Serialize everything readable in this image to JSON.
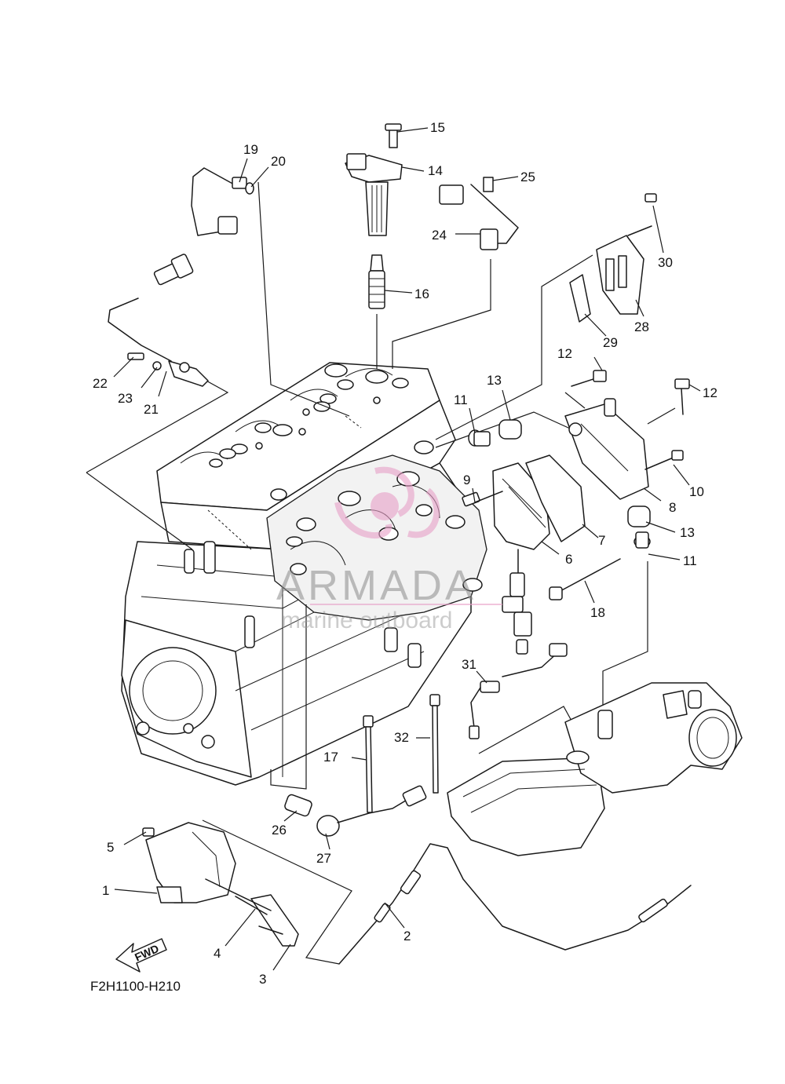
{
  "diagram": {
    "code": "F2H1100-H210",
    "fwd_label": "FWD",
    "watermark": {
      "name": "ARMADA",
      "tagline": "marine outboard"
    },
    "callouts": [
      {
        "number": "1"
      },
      {
        "number": "2"
      },
      {
        "number": "3"
      },
      {
        "number": "4"
      },
      {
        "number": "5"
      },
      {
        "number": "6"
      },
      {
        "number": "7"
      },
      {
        "number": "8"
      },
      {
        "number": "9"
      },
      {
        "number": "10"
      },
      {
        "number": "11"
      },
      {
        "number": "11"
      },
      {
        "number": "12"
      },
      {
        "number": "12"
      },
      {
        "number": "13"
      },
      {
        "number": "13"
      },
      {
        "number": "14"
      },
      {
        "number": "15"
      },
      {
        "number": "16"
      },
      {
        "number": "17"
      },
      {
        "number": "18"
      },
      {
        "number": "19"
      },
      {
        "number": "20"
      },
      {
        "number": "21"
      },
      {
        "number": "22"
      },
      {
        "number": "23"
      },
      {
        "number": "24"
      },
      {
        "number": "25"
      },
      {
        "number": "26"
      },
      {
        "number": "27"
      },
      {
        "number": "28"
      },
      {
        "number": "29"
      },
      {
        "number": "30"
      },
      {
        "number": "31"
      },
      {
        "number": "32"
      }
    ],
    "colors": {
      "line": "#1a1a1a",
      "watermark_accent": "#e8a0c8"
    }
  }
}
